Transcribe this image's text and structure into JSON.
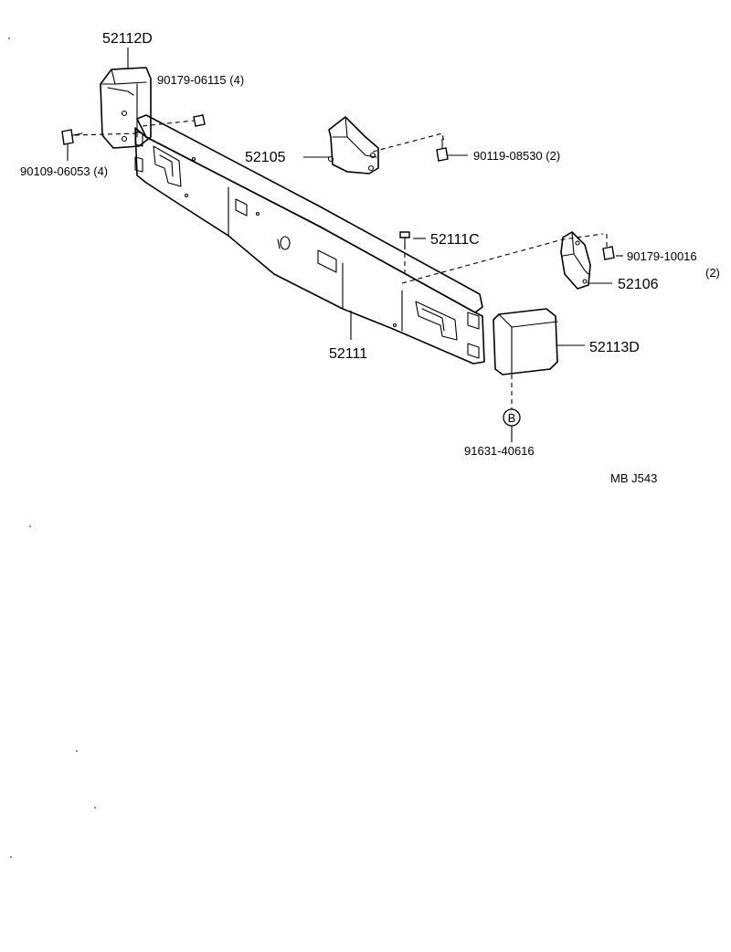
{
  "diagram": {
    "code": "MB  J543",
    "parts": {
      "corner_left": "52112D",
      "bumper_bar": "52111",
      "bracket_left": "52105",
      "bracket_right": "52106",
      "bolt_center": "52111C",
      "corner_right": "52113D",
      "nut_left": "90179-06115  (4)",
      "bolt_left": "90109-06053  (4)",
      "bolt_bracket": "90119-08530  (2)",
      "nut_right": "90179-10016",
      "nut_right_qty": "(2)",
      "clip": "91631-40616"
    },
    "callout": "B"
  }
}
